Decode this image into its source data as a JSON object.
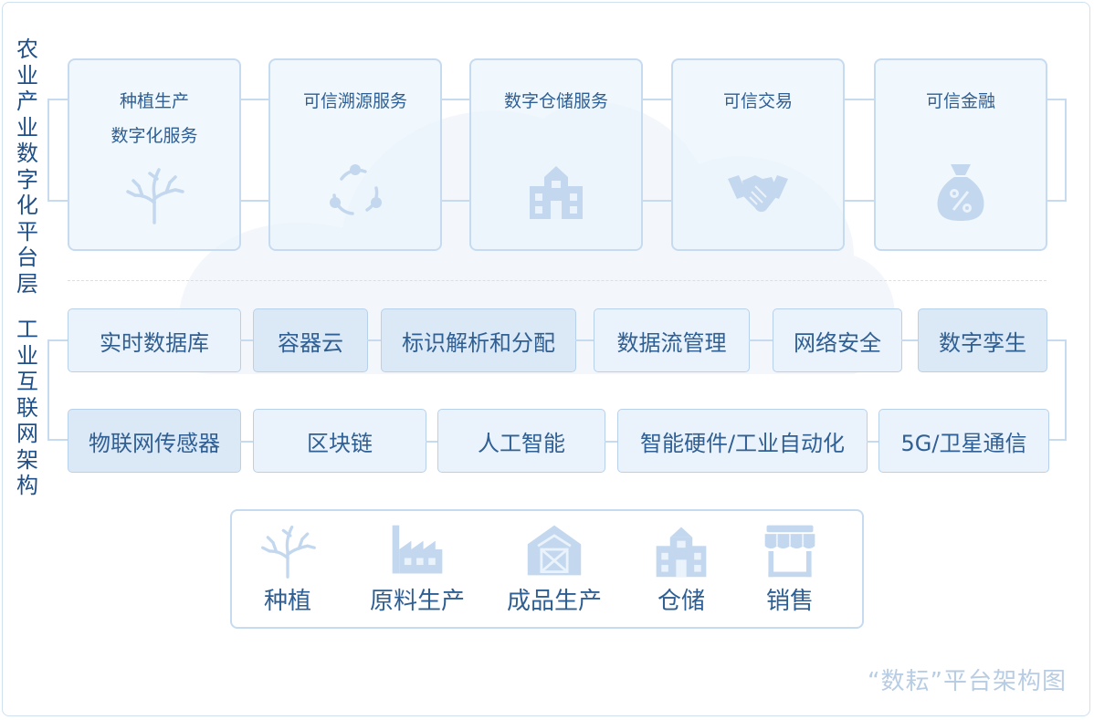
{
  "left_labels": {
    "platform_layer": "农业产业数字化平台层",
    "iiot_architecture": "工业互联网架构"
  },
  "service_cards": [
    {
      "title": "种植生产\n数字化服务",
      "icon": "tree-icon"
    },
    {
      "title": "可信溯源服务",
      "icon": "cycle-icon"
    },
    {
      "title": "数字仓储服务",
      "icon": "warehouse-icon"
    },
    {
      "title": "可信交易",
      "icon": "handshake-icon"
    },
    {
      "title": "可信金融",
      "icon": "money-bag-icon"
    }
  ],
  "infra_row_1": [
    "实时数据库",
    "容器云",
    "标识解析和分配",
    "数据流管理",
    "网络安全",
    "数字孪生"
  ],
  "infra_row_2": [
    "物联网传感器",
    "区块链",
    "人工智能",
    "智能硬件/工业自动化",
    "5G/卫星通信"
  ],
  "value_chain": [
    {
      "label": "种植",
      "icon": "tree-icon"
    },
    {
      "label": "原料生产",
      "icon": "factory-icon"
    },
    {
      "label": "成品生产",
      "icon": "barn-icon"
    },
    {
      "label": "仓储",
      "icon": "warehouse-icon"
    },
    {
      "label": "销售",
      "icon": "store-icon"
    }
  ],
  "caption": "“数耘”平台架构图",
  "colors": {
    "text_dark": "#1f4f86",
    "text_blue": "#2f5f93",
    "border": "#c6dbef",
    "fill_light": "#eaf2fb",
    "fill_dark": "#dbe8f6",
    "icon": "#c3d8ee",
    "caption": "#b8cde3"
  }
}
